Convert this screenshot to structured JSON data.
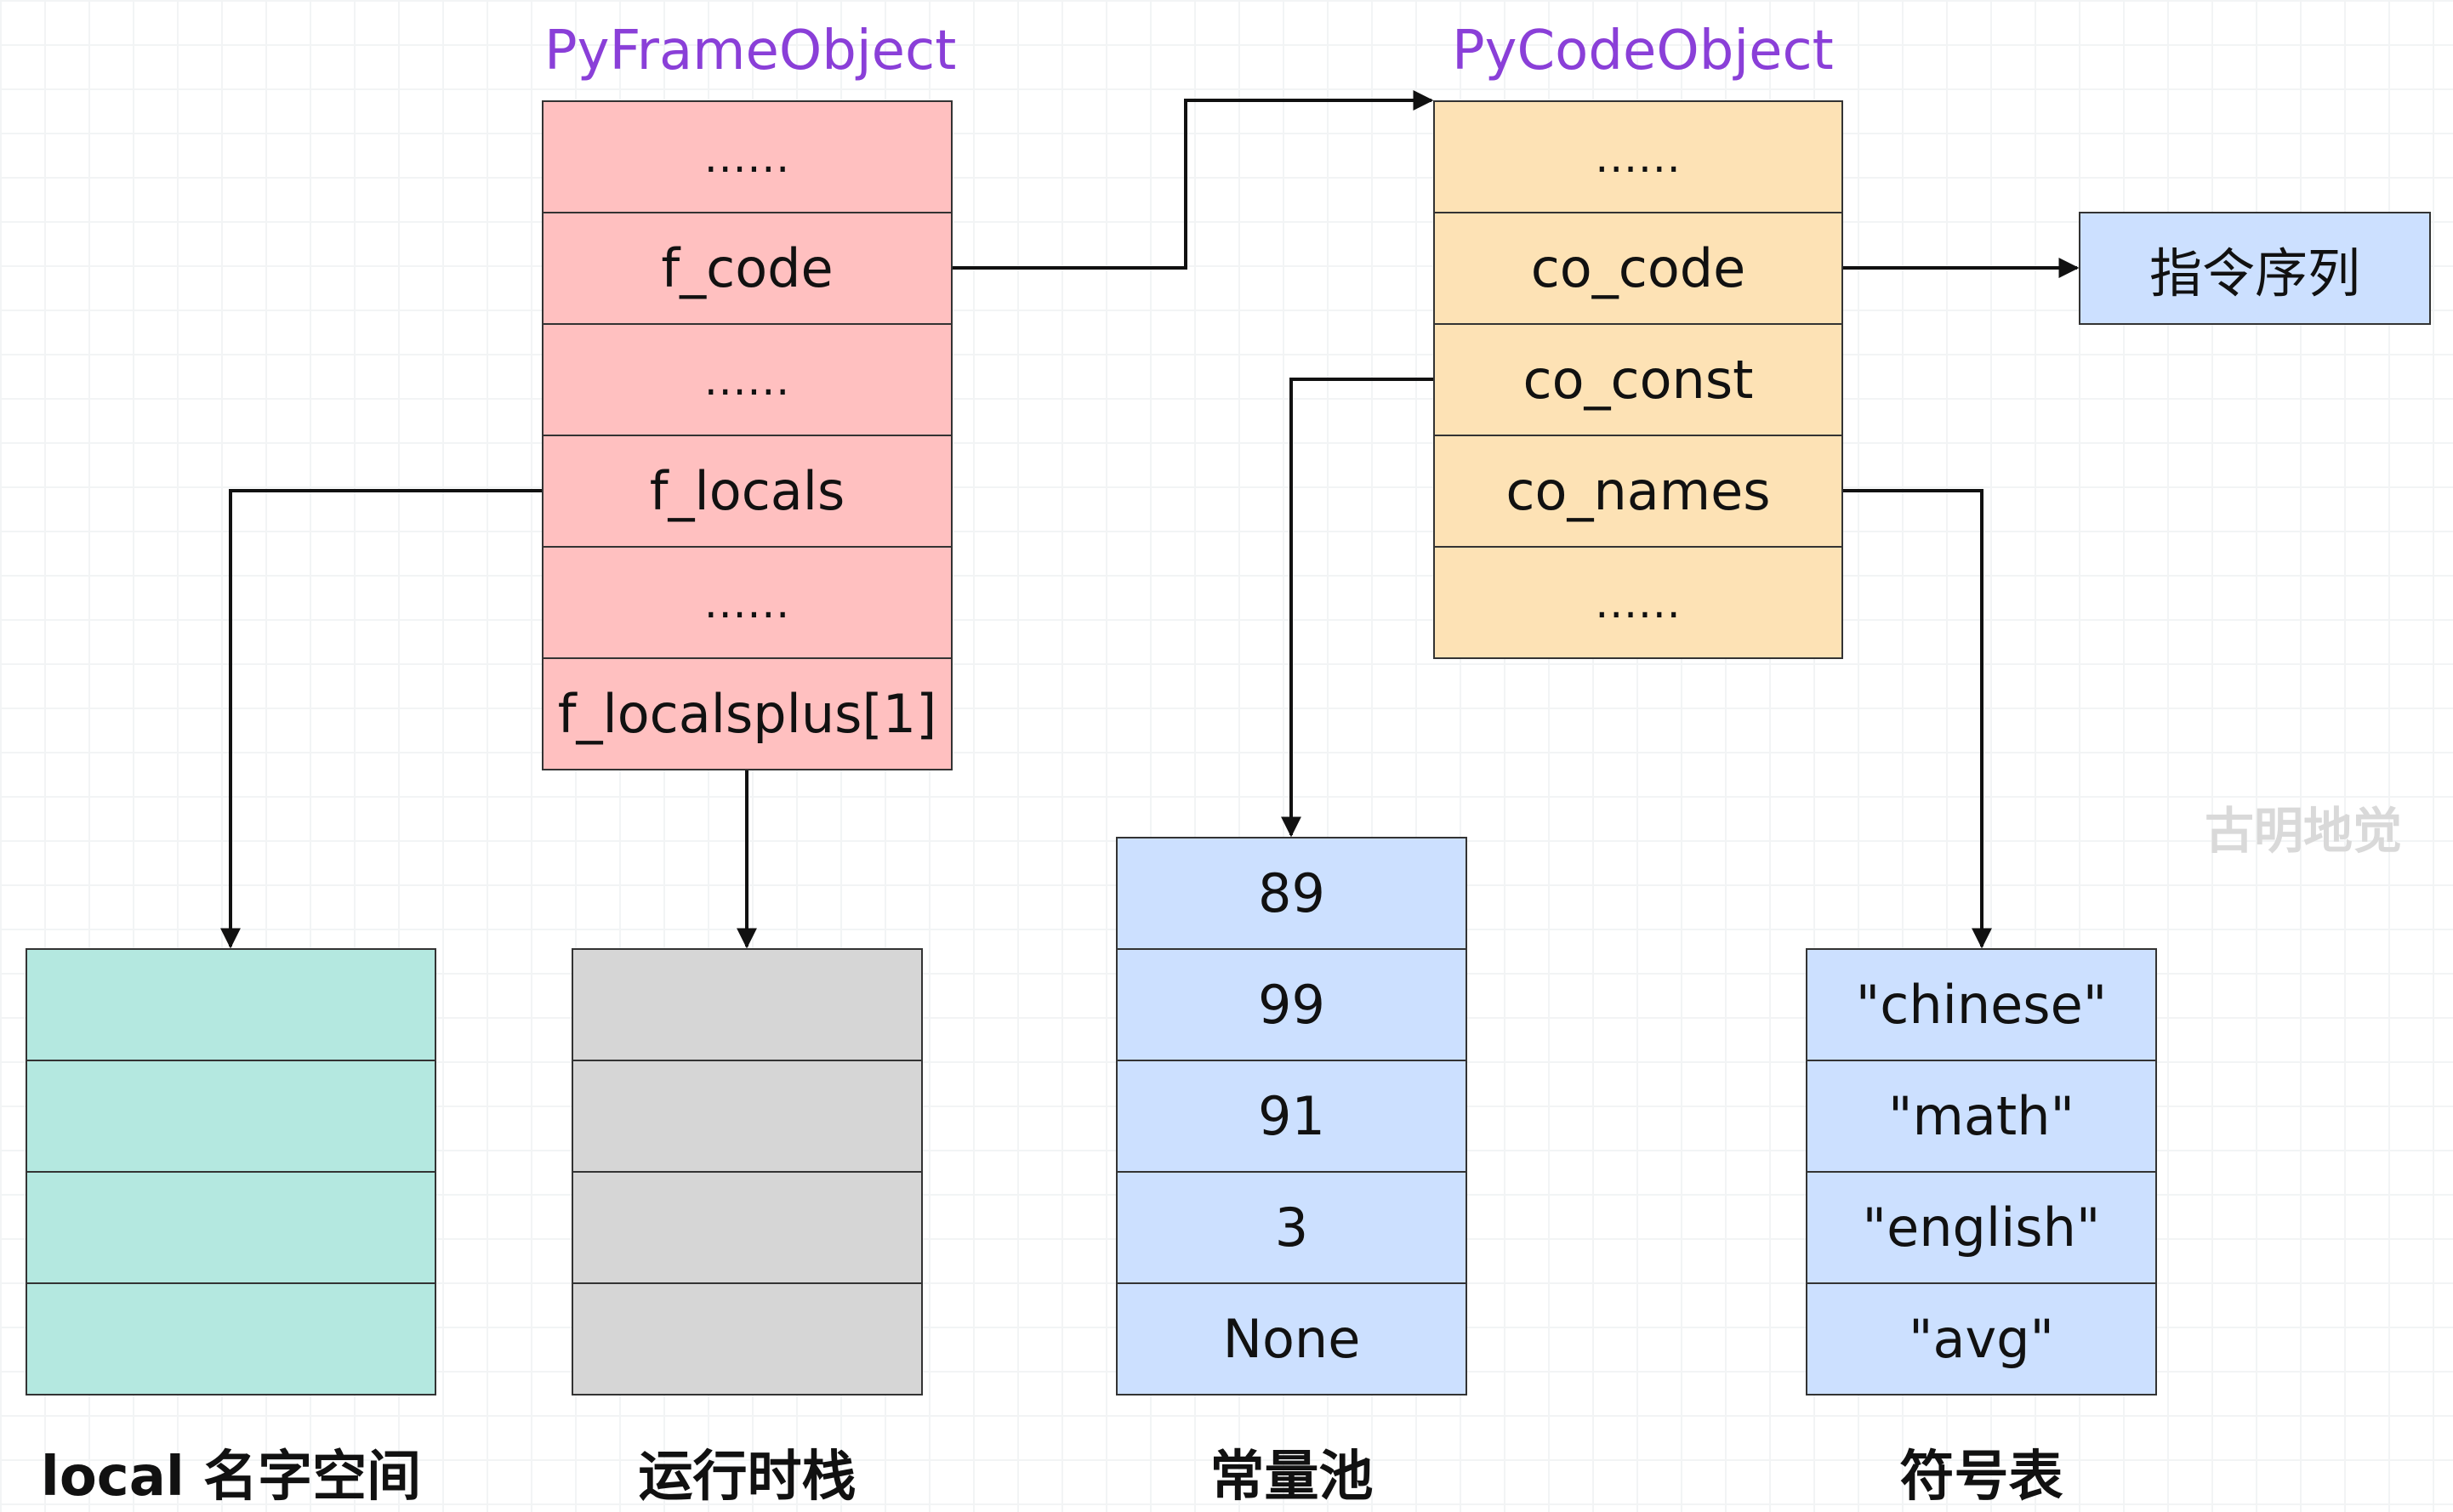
{
  "frame_object": {
    "title": "PyFrameObject",
    "fields": [
      "......",
      "f_code",
      "......",
      "f_locals",
      "......",
      "f_localsplus[1]"
    ]
  },
  "code_object": {
    "title": "PyCodeObject",
    "fields": [
      "......",
      "co_code",
      "co_const",
      "co_names",
      "......"
    ]
  },
  "instruction_sequence": {
    "label": "指令序列"
  },
  "constant_pool": {
    "values": [
      "89",
      "99",
      "91",
      "3",
      "None"
    ],
    "caption": "常量池"
  },
  "symbol_table": {
    "values": [
      "\"chinese\"",
      "\"math\"",
      "\"english\"",
      "\"avg\""
    ],
    "caption": "符号表"
  },
  "local_namespace": {
    "caption": "local 名字空间",
    "slots": 4
  },
  "runtime_stack": {
    "caption": "运行时栈",
    "slots": 4
  },
  "watermark": "古明地觉",
  "colors": {
    "frame_fill": "#ffc0c0",
    "code_fill": "#fde2b5",
    "blue_fill": "#cce0ff",
    "mint_fill": "#b4e8e0",
    "gray_fill": "#d6d6d6",
    "title_color": "#8a3fd8"
  }
}
